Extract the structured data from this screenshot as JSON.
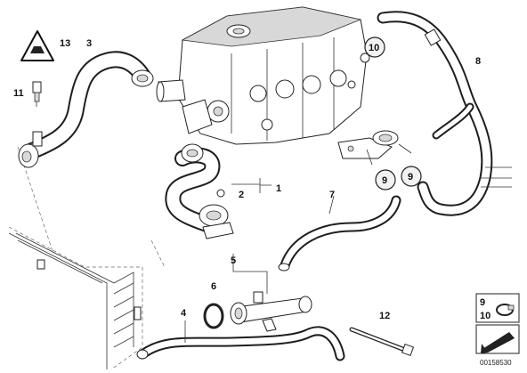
{
  "callouts": {
    "c1": "1",
    "c2": "2",
    "c3": "3",
    "c4": "4",
    "c5": "5",
    "c6": "6",
    "c7": "7",
    "c8": "8",
    "c9a": "9",
    "c9b": "9",
    "c10": "10",
    "c11": "11",
    "c12": "12",
    "c13": "13"
  },
  "legend": {
    "top": "9",
    "bottom": "10"
  },
  "reference_number": "00158530"
}
